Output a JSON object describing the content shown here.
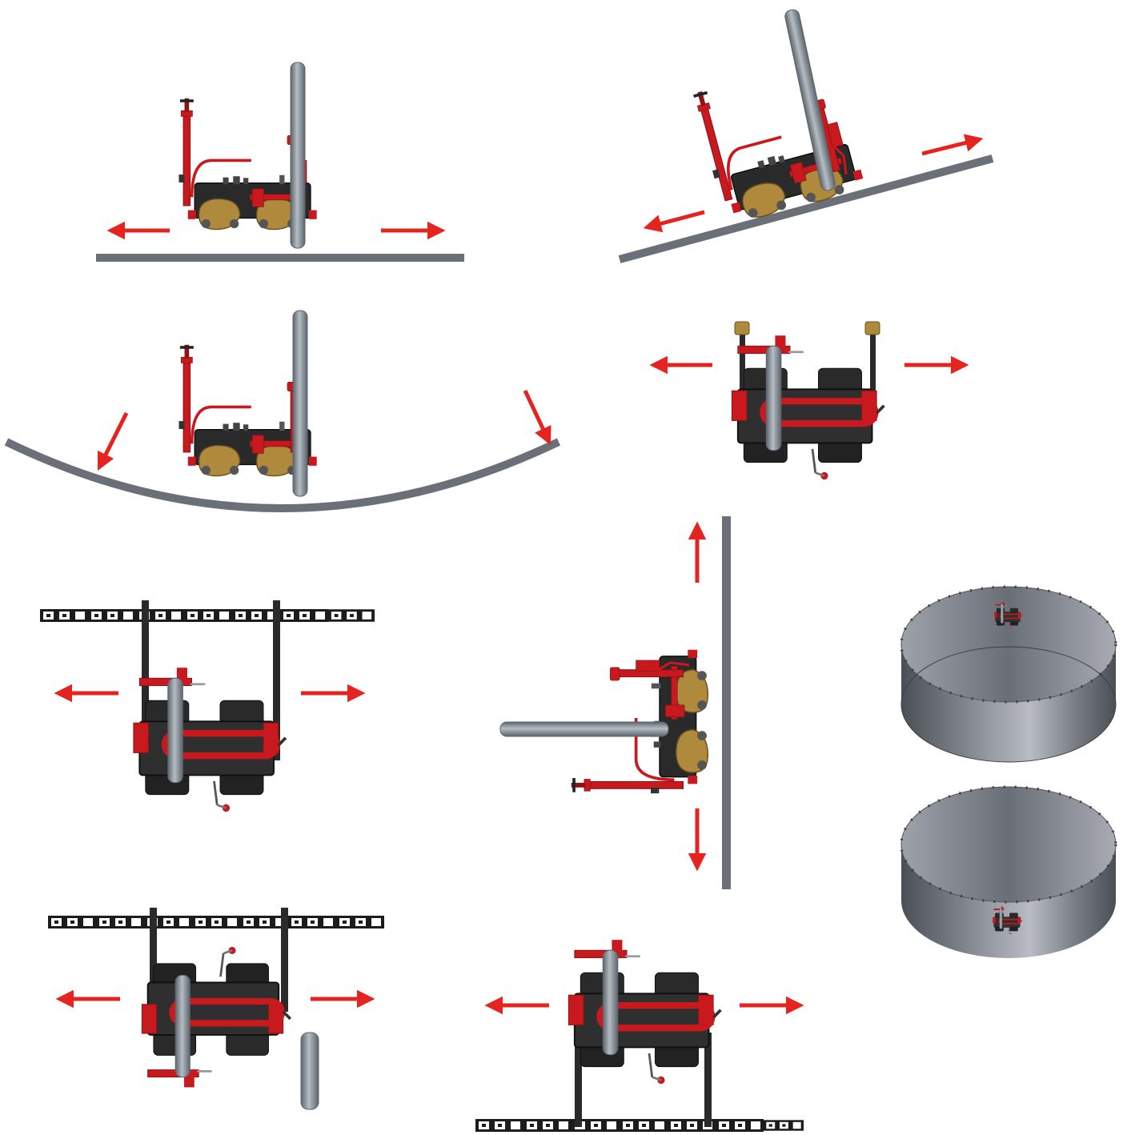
{
  "title": "",
  "colors": {
    "red": "#c8191e",
    "dark_red": "#8e1216",
    "arrow": "#e5231f",
    "body": "#2a2a2a",
    "body_edge": "#0f0f0f",
    "plate": "#b08a3c",
    "plate_edge": "#6a5020",
    "track": "#6b6f77",
    "torch": "#8c949c",
    "torch_edge": "#5c646c",
    "rack": "#1c1c1c",
    "ring_dark": "#4a4e55",
    "ring_light": "#b9bcc5"
  },
  "panels": [
    {
      "id": "flat-track",
      "label": ""
    },
    {
      "id": "inclined-track",
      "label": ""
    },
    {
      "id": "curved-track",
      "label": ""
    },
    {
      "id": "horizontal-top-view",
      "label": ""
    },
    {
      "id": "overhead-rack-left",
      "label": ""
    },
    {
      "id": "vertical-track",
      "label": ""
    },
    {
      "id": "ring-tanks",
      "label": ""
    },
    {
      "id": "overhead-rack-inverted",
      "label": ""
    },
    {
      "id": "floor-rack",
      "label": ""
    }
  ]
}
